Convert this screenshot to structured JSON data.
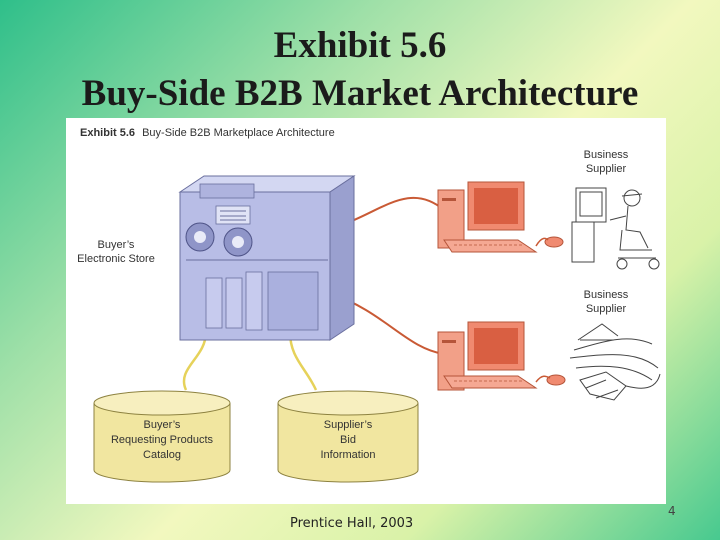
{
  "slide": {
    "title_line1": "Exhibit 5.6",
    "title_line2": "Buy-Side B2B Market Architecture",
    "footer": "Prentice Hall, 2003",
    "page_number": "4"
  },
  "figure": {
    "caption_label": "Exhibit 5.6",
    "caption_text": "Buy-Side B2B Marketplace Architecture",
    "server": {
      "label_line1": "Buyer’s",
      "label_line2": "Electronic Store"
    },
    "suppliers": [
      {
        "label_line1": "Business",
        "label_line2": "Supplier"
      },
      {
        "label_line1": "Business",
        "label_line2": "Supplier"
      }
    ],
    "databases": [
      {
        "line1": "Buyer’s",
        "line2": "Requesting Products",
        "line3": "Catalog"
      },
      {
        "line1": "Supplier’s",
        "line2": "Bid",
        "line3": "Information"
      }
    ],
    "colors": {
      "server_body": "#b8bde6",
      "computer": "#f08a70",
      "cable": "#c95a35",
      "database": "#f1e6a0",
      "db_cable": "#e6d25a"
    }
  }
}
